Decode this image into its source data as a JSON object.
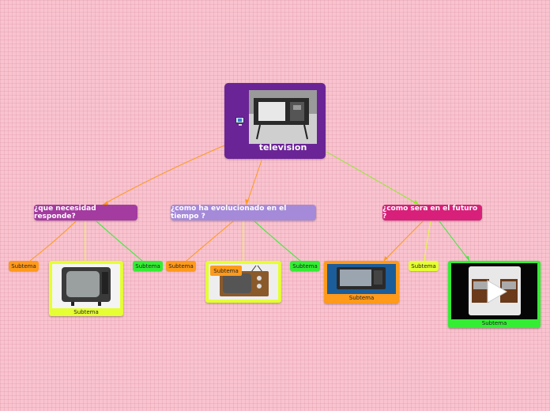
{
  "root": {
    "label": "television",
    "color": "#6b2496",
    "icon": "monitor-icon"
  },
  "branches": [
    {
      "label": "¿que necesidad responde?",
      "color": "#a43ba0",
      "subtopics": [
        {
          "label": "Subtema",
          "color": "#ff9a1a"
        },
        {
          "label": "Subtema",
          "color": "#e5ff33",
          "image": "crt-tv-photo"
        },
        {
          "label": "Subtema",
          "color": "#33ee33"
        }
      ]
    },
    {
      "label": "¿como ha evolucionado en el tiempo ?",
      "color": "#a58ad9",
      "subtopics": [
        {
          "label": "Subtema",
          "color": "#ff9a1a"
        },
        {
          "label": "Subtema",
          "color": "#e5ff33",
          "image": "retro-tv-photo"
        },
        {
          "label": "Subtema",
          "color": "#33ee33"
        }
      ]
    },
    {
      "label": "¿como sera en el futuro ?",
      "color": "#d8207a",
      "subtopics": [
        {
          "label": "Subtema",
          "color": "#ff9a1a",
          "image": "flat-tv-photo"
        },
        {
          "label": "Subtema",
          "color": "#e5ff33"
        },
        {
          "label": "Subtema",
          "color": "#33ee33",
          "image": "video-play-photo"
        }
      ]
    }
  ]
}
